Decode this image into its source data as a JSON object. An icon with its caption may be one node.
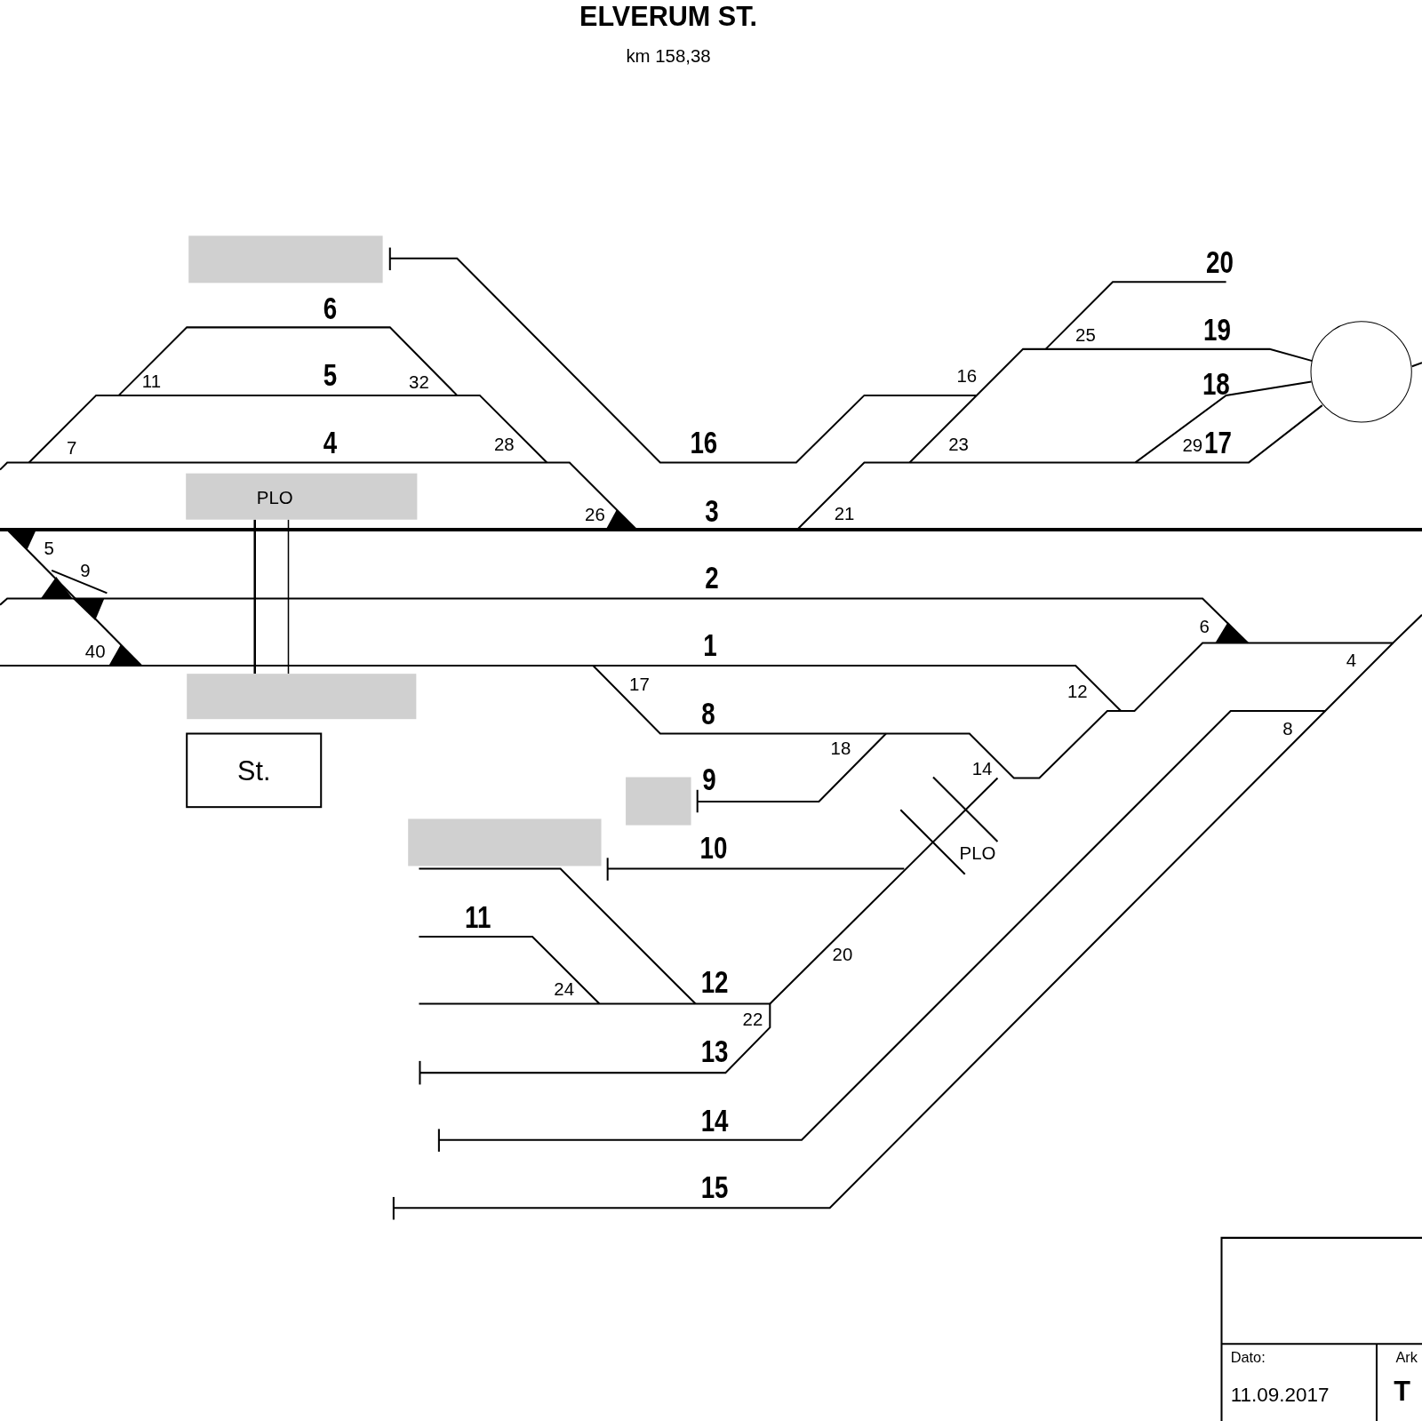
{
  "diagram": {
    "title": "ELVERUM ST.",
    "caption": "km 158,38",
    "nodes": [
      {
        "text": [],
        "shape": "box"
      },
      {
        "text": [
          "PLO"
        ]
      },
      {
        "text": [],
        "shape": "box"
      },
      {
        "text": [
          "St."
        ]
      },
      {
        "text": [],
        "shape": "box"
      },
      {
        "text": [],
        "shape": "box"
      },
      {
        "text": [],
        "shape": "circle"
      }
    ],
    "edges": [
      {
        "from": 1,
        "to": 2,
        "arrow": "none"
      },
      {
        "from": 1,
        "to": 2,
        "arrow": "none"
      }
    ],
    "labels": [
      "20",
      "6",
      "19",
      "25",
      "5",
      "16",
      "11",
      "32",
      "18",
      "4",
      "16",
      "17",
      "7",
      "28",
      "23",
      "29",
      "3",
      "26",
      "21",
      "5",
      "9",
      "2",
      "6",
      "1",
      "40",
      "4",
      "17",
      "12",
      "8",
      "8",
      "18",
      "14",
      "9",
      "10",
      "PLO",
      "11",
      "20",
      "12",
      "24",
      "22",
      "13",
      "14",
      "15",
      "Dato:",
      "11.09.2017",
      "Ark",
      "T"
    ]
  }
}
